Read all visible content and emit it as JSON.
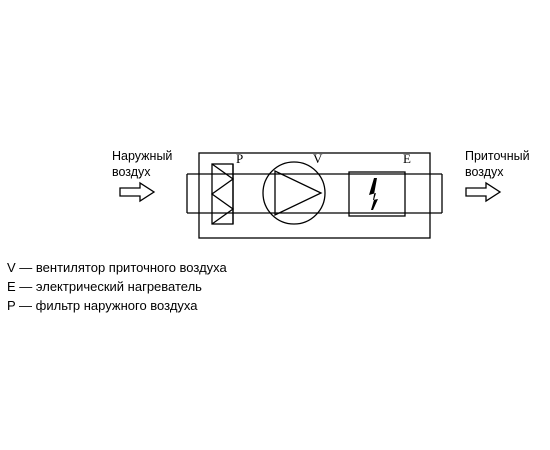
{
  "inlet": {
    "line1": "Наружный",
    "line2": "воздух"
  },
  "outlet": {
    "line1": "Приточный",
    "line2": "воздух"
  },
  "markers": {
    "filter": "P",
    "fan": "V",
    "heater": "E"
  },
  "legend": [
    "V — вентилятор приточного воздуха",
    "E — электрический нагреватель",
    "P — фильтр наружного воздуха"
  ],
  "icons": [
    "inlet-arrow-icon",
    "outlet-arrow-icon",
    "lightning-icon"
  ],
  "colors": {
    "line": "#000000",
    "background": "#ffffff"
  }
}
